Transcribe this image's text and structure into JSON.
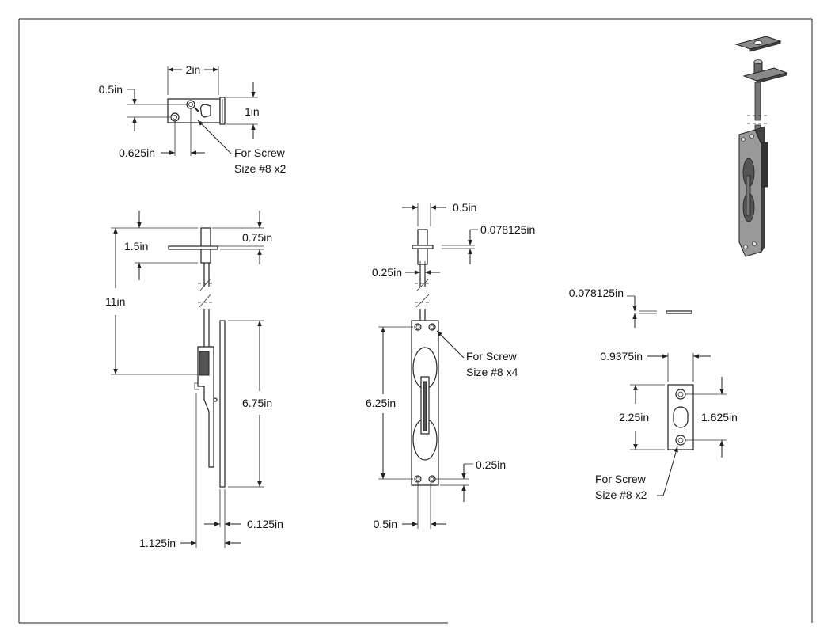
{
  "strike_top_view": {
    "width_label": "2in",
    "hole_offset_label": "0.5in",
    "height_label": "1in",
    "hole_spacing_label": "0.625in",
    "screw_note_line1": "For Screw",
    "screw_note_line2": "Size #8 x2"
  },
  "side_view": {
    "rod_label": "1.5in",
    "plate_height_label": "0.75in",
    "overall_label": "11in",
    "face_height_label": "6.75in",
    "face_thickness_label": "0.125in",
    "depth_label": "1.125in"
  },
  "front_view": {
    "rod_width_label": "0.5in",
    "plate_thickness_label": "0.078125in",
    "rod_dia_label": "0.25in",
    "screw_note_line1": "For Screw",
    "screw_note_line2": "Size #8 x4",
    "body_height_label": "6.25in",
    "edge_label": "0.25in",
    "body_width_label": "0.5in"
  },
  "strike_plate_view": {
    "thickness_label": "0.078125in",
    "width_label": "0.9375in",
    "height_label": "2.25in",
    "hole_spacing_label": "1.625in",
    "screw_note_line1": "For Screw",
    "screw_note_line2": "Size #8 x2"
  }
}
